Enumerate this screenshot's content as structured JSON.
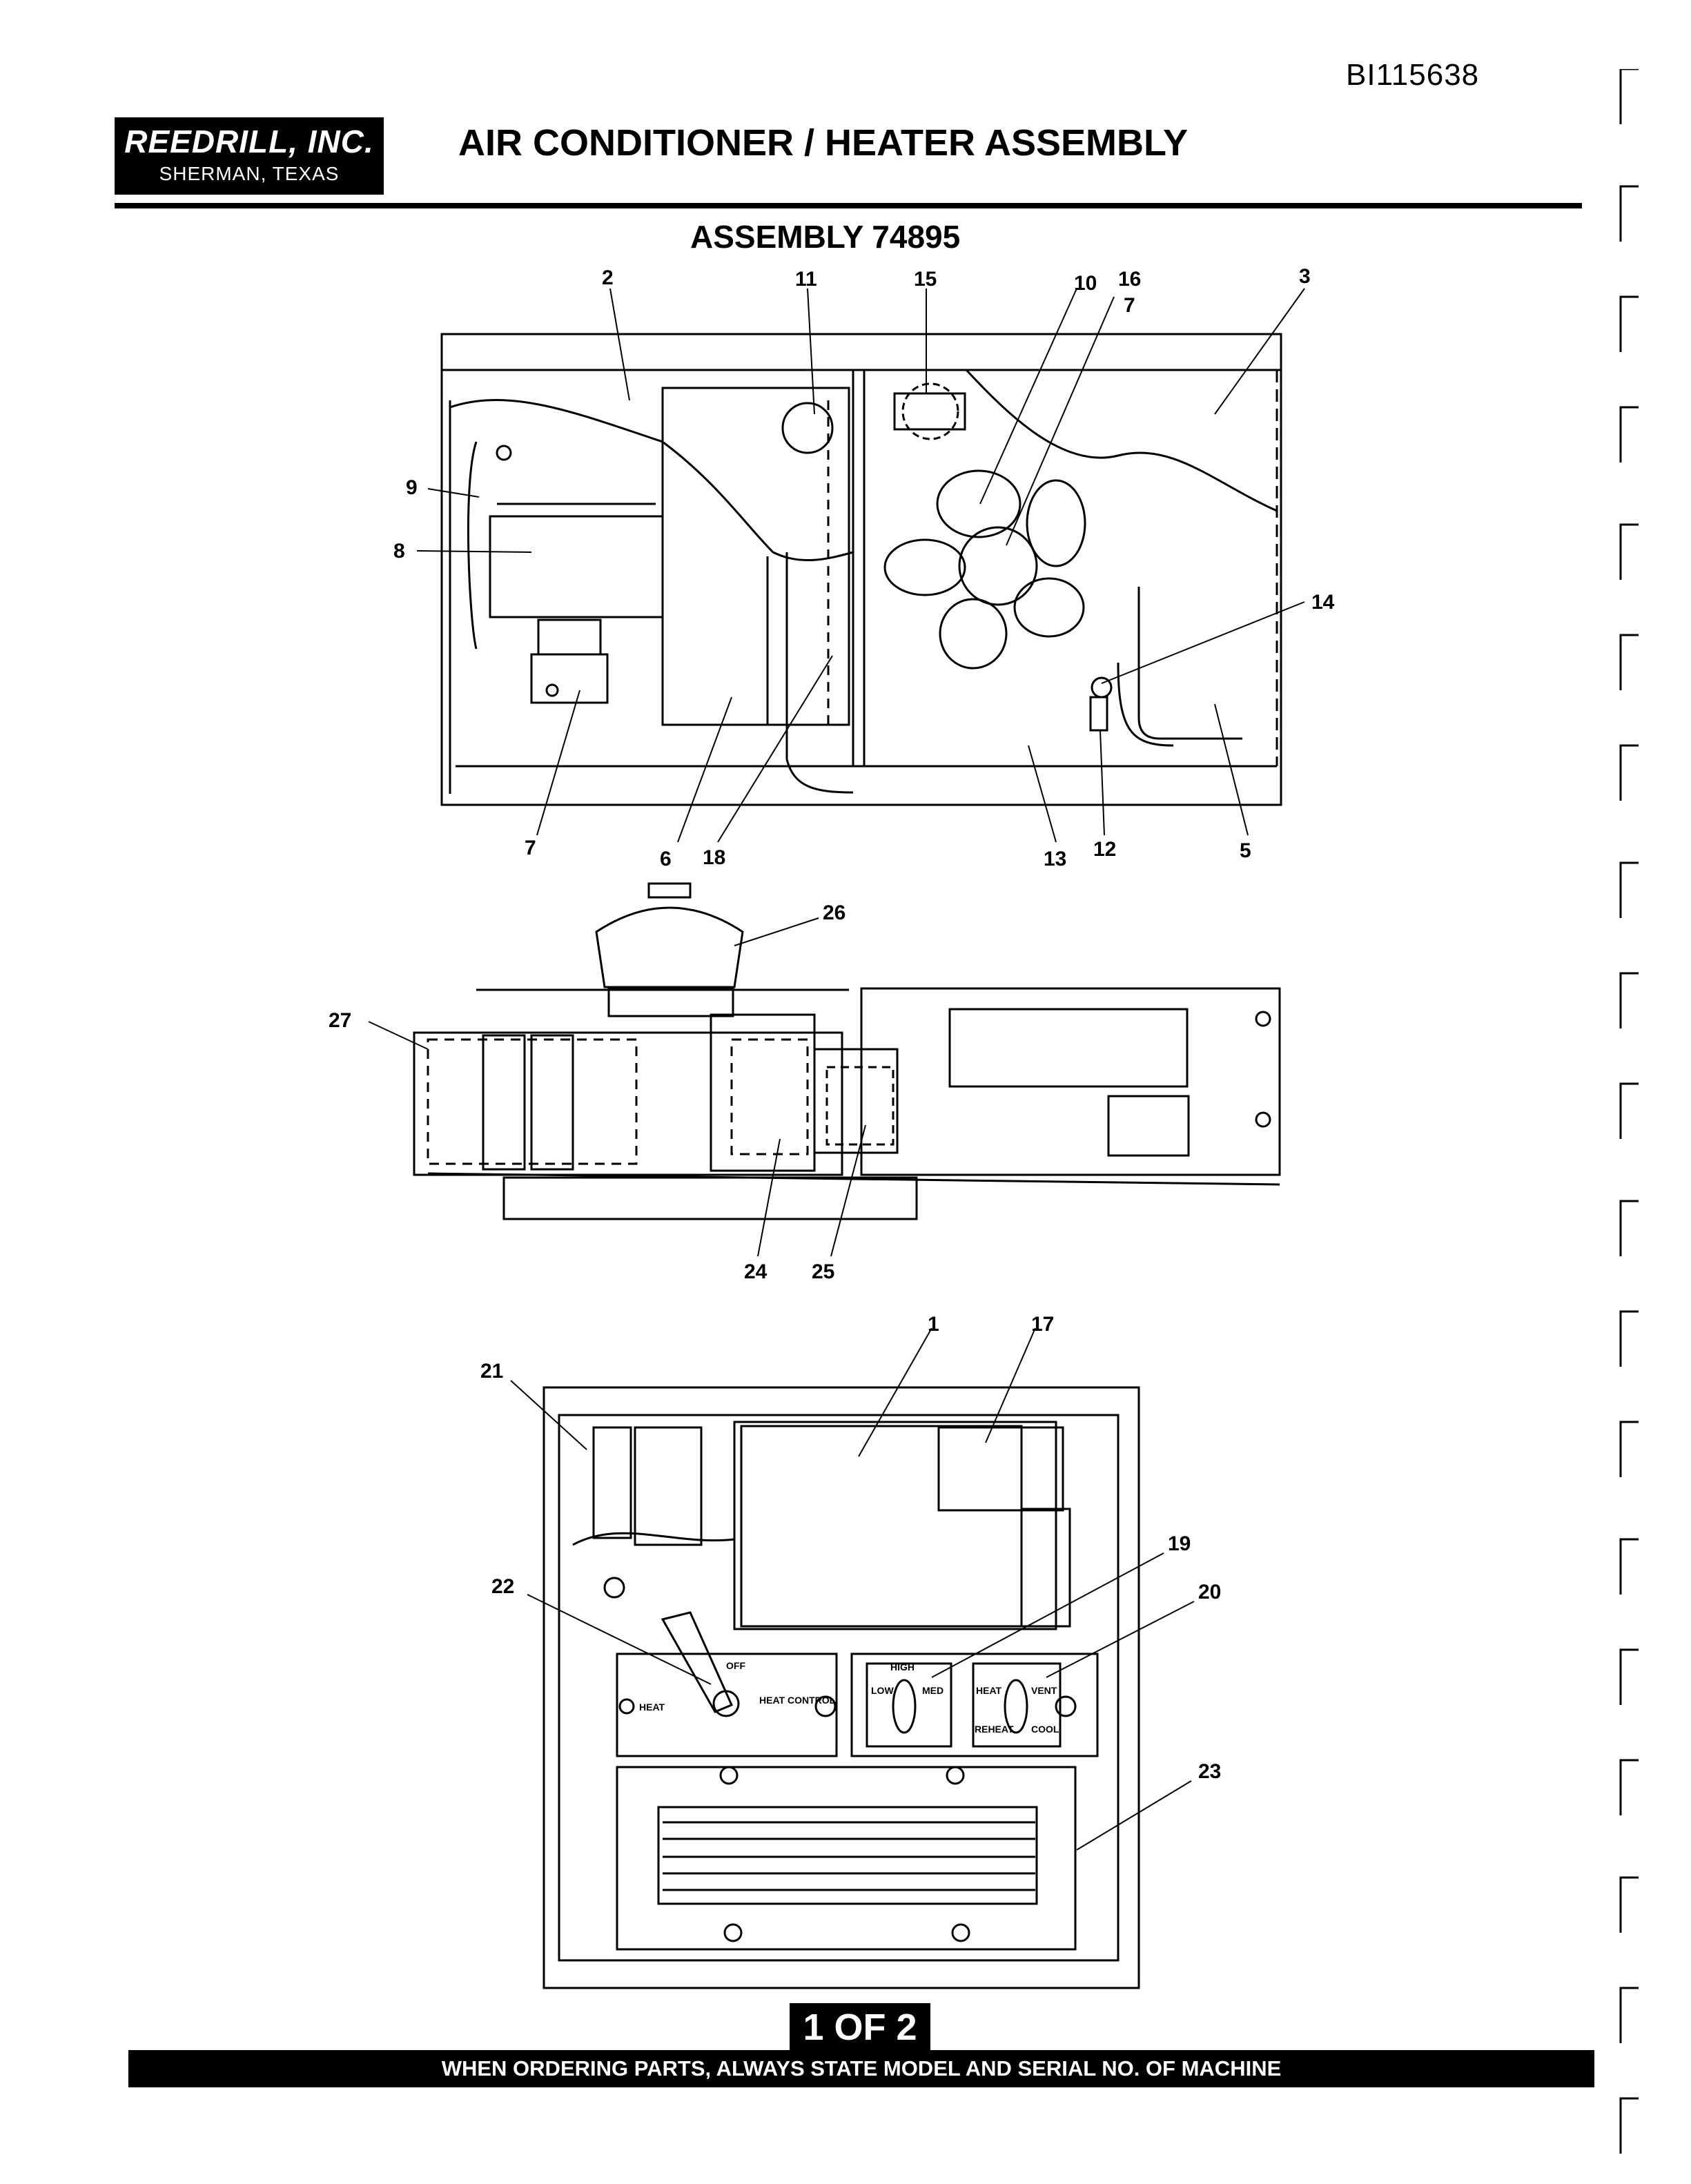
{
  "document_id": "BI115638",
  "company": {
    "name": "REEDRILL, INC.",
    "location": "SHERMAN, TEXAS"
  },
  "title": "AIR CONDITIONER / HEATER ASSEMBLY",
  "subtitle": "ASSEMBLY 74895",
  "callouts": {
    "top": [
      "2",
      "11",
      "15",
      "10",
      "16",
      "7",
      "3",
      "9",
      "8",
      "14",
      "7",
      "6",
      "18",
      "13",
      "12",
      "5"
    ],
    "middle": [
      "26",
      "27",
      "24",
      "25"
    ],
    "bottom": [
      "1",
      "17",
      "21",
      "19",
      "22",
      "20",
      "23"
    ]
  },
  "panel_labels": {
    "heat_off": "OFF",
    "heat": "HEAT",
    "heat_control": "HEAT CONTROL",
    "fan_low": "LOW",
    "fan_med": "MED",
    "fan_high": "HIGH",
    "mode_heat": "HEAT",
    "mode_vent": "VENT",
    "mode_reheat": "REHEAT",
    "mode_cool": "COOL"
  },
  "page_indicator": "1 OF 2",
  "footer_text": "WHEN ORDERING PARTS, ALWAYS STATE MODEL AND SERIAL NO. OF MACHINE"
}
